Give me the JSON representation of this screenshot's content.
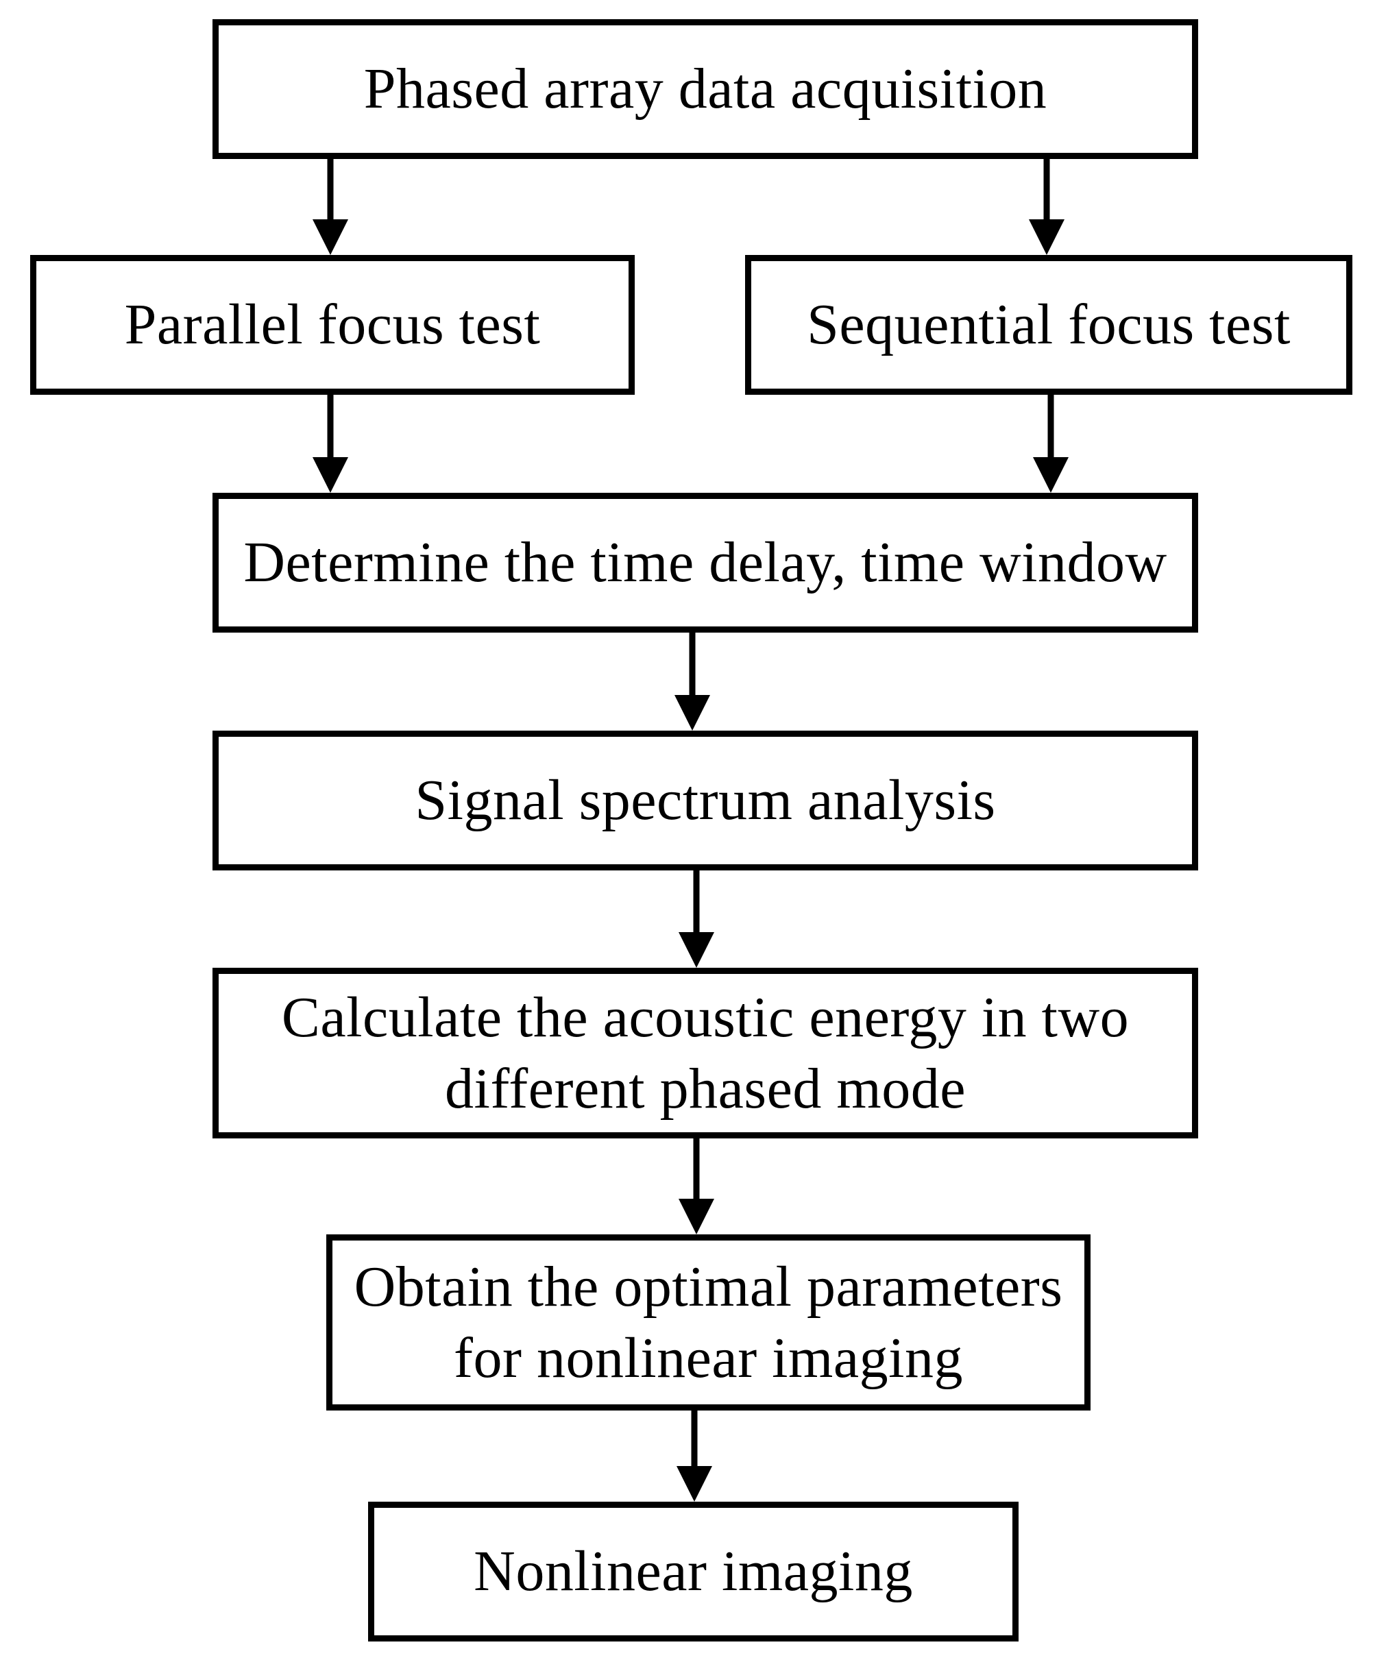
{
  "diagram": {
    "nodes": {
      "acquisition": "Phased array data acquisition",
      "parallel": "Parallel focus  test",
      "sequential": "Sequential focus  test",
      "delay": "Determine the time delay, time window",
      "spectrum": "Signal spectrum analysis",
      "energy": "Calculate the  acoustic energy in two\ndifferent phased mode",
      "optimal": "Obtain  the optimal parameters\nfor nonlinear imaging",
      "imaging": "Nonlinear imaging"
    },
    "edges": [
      {
        "from": "acquisition",
        "to": "parallel"
      },
      {
        "from": "acquisition",
        "to": "sequential"
      },
      {
        "from": "parallel",
        "to": "delay"
      },
      {
        "from": "sequential",
        "to": "delay"
      },
      {
        "from": "delay",
        "to": "spectrum"
      },
      {
        "from": "spectrum",
        "to": "energy"
      },
      {
        "from": "energy",
        "to": "optimal"
      },
      {
        "from": "optimal",
        "to": "imaging"
      }
    ],
    "colors": {
      "stroke": "#000000",
      "background": "#ffffff"
    }
  }
}
